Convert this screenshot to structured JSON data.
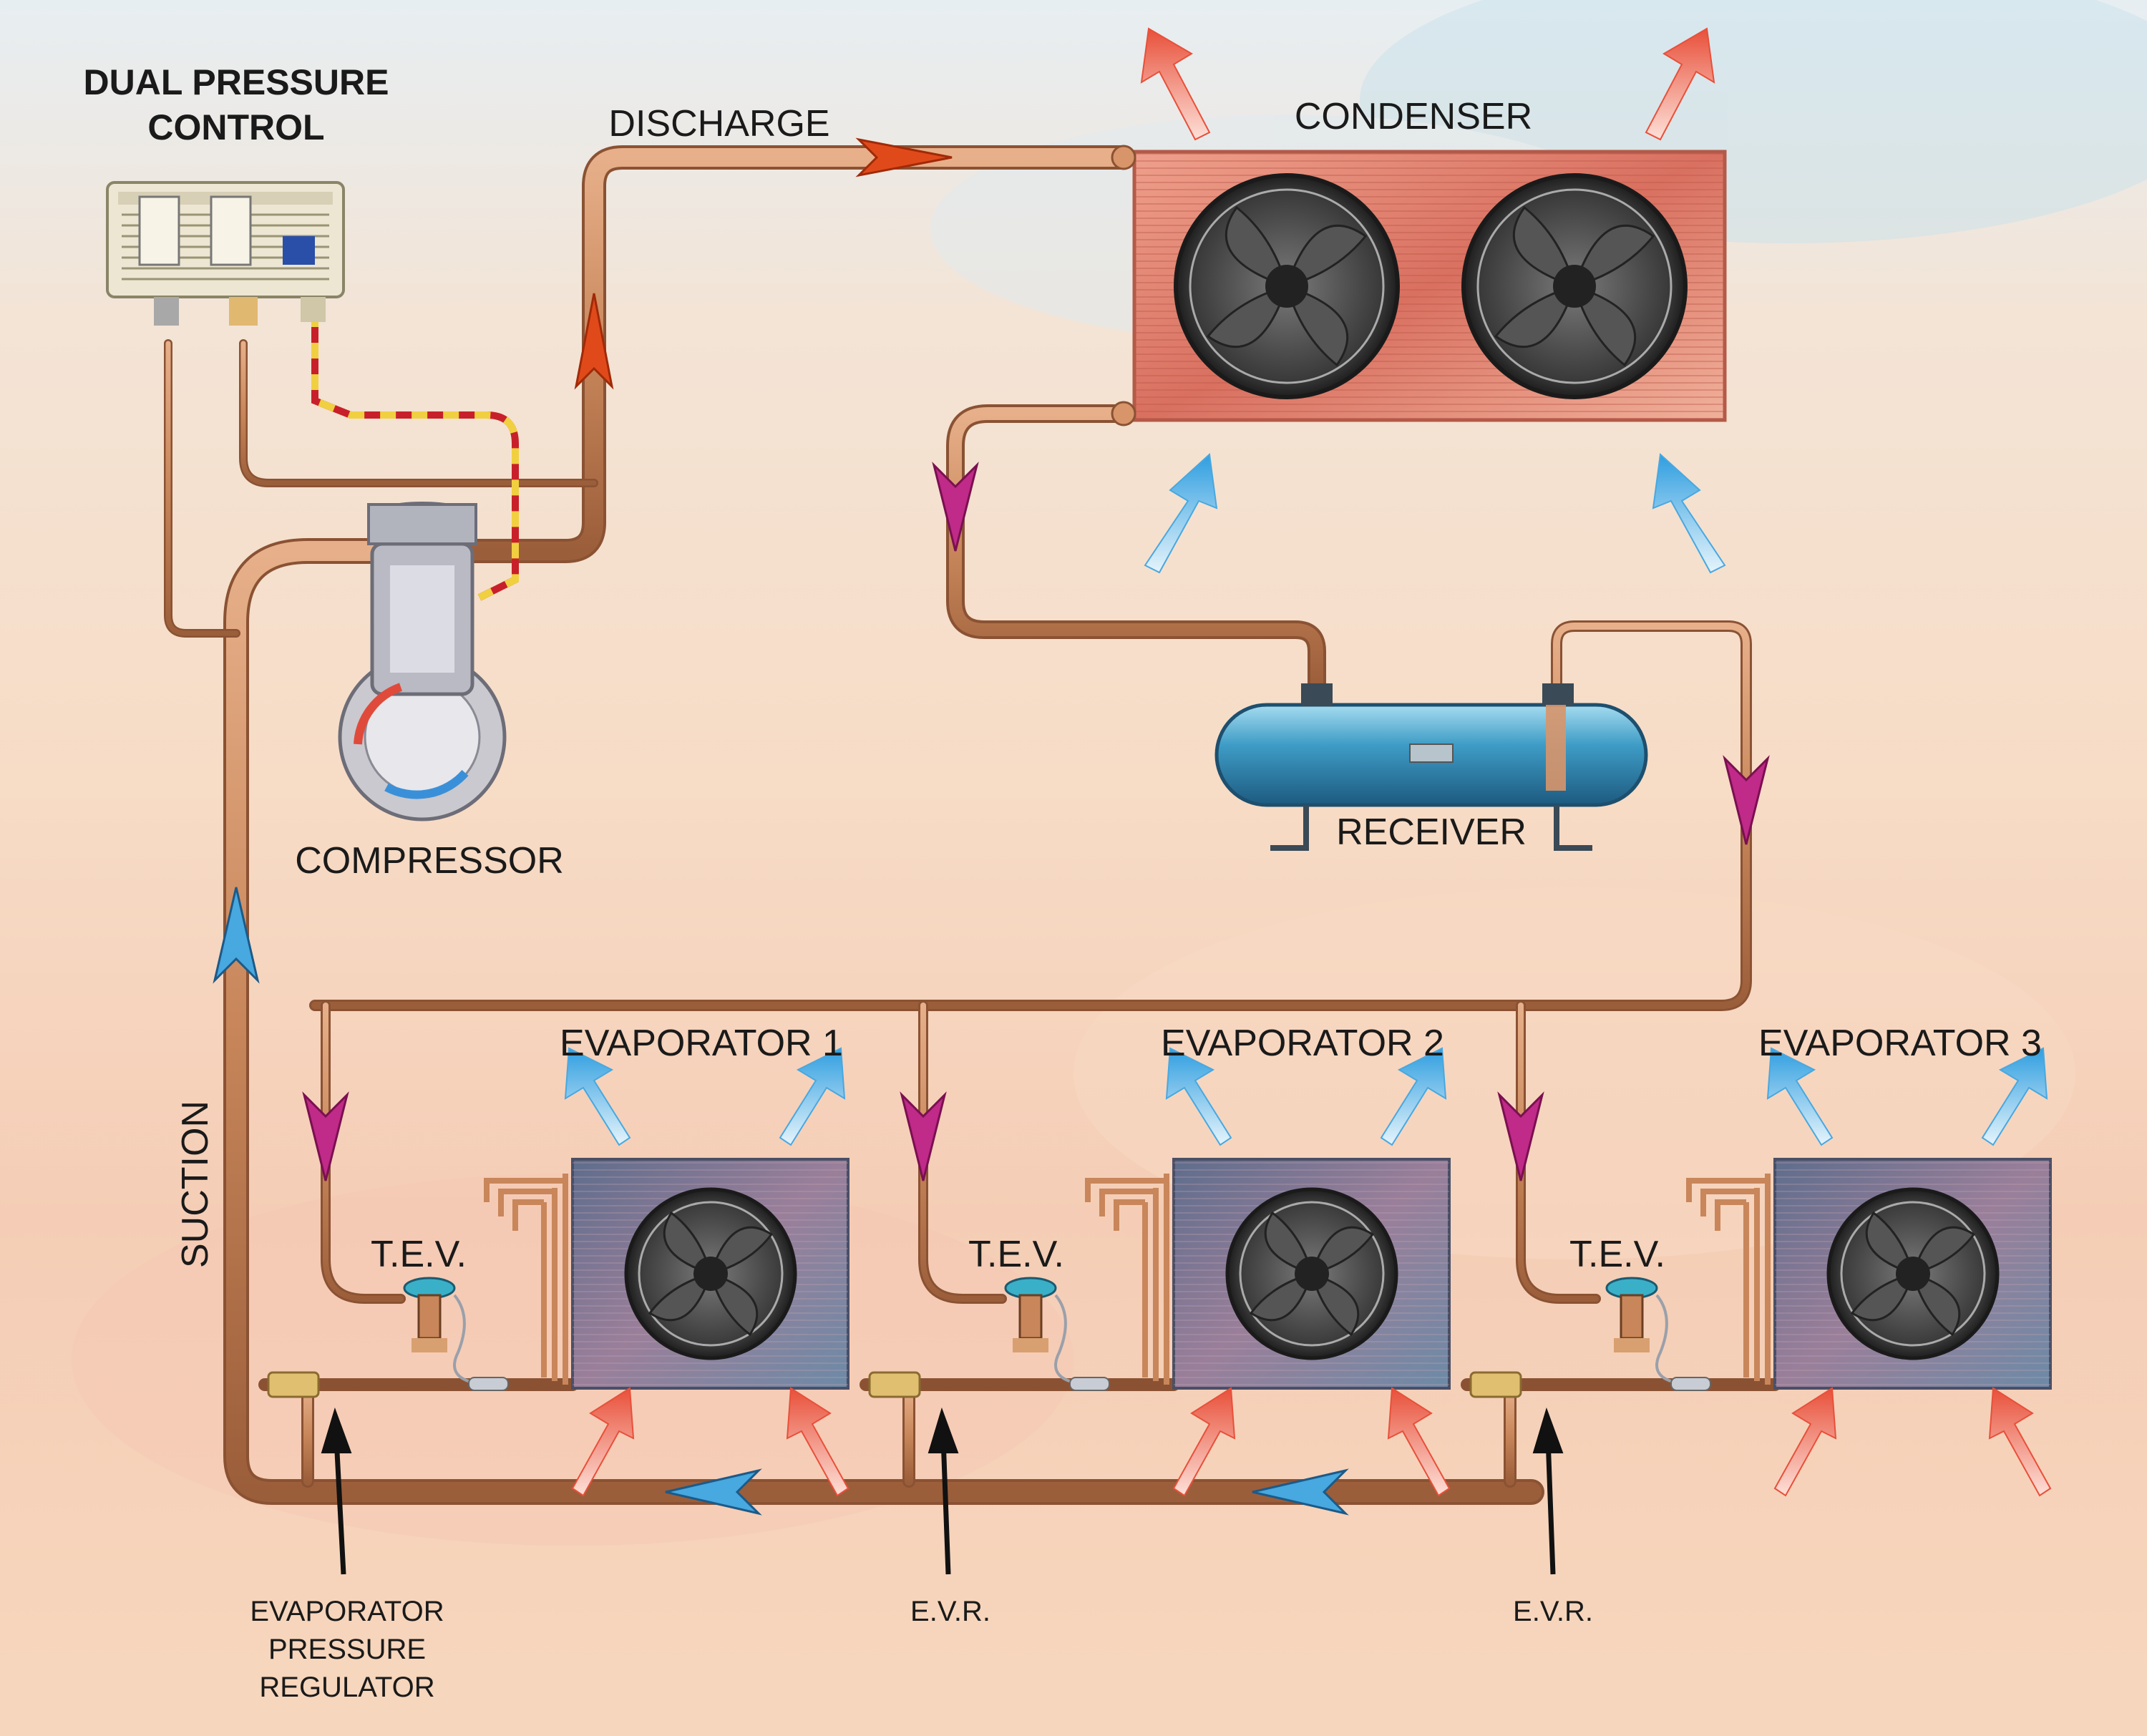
{
  "labels": {
    "dual_pressure_control_line1": "DUAL PRESSURE",
    "dual_pressure_control_line2": "CONTROL",
    "discharge": "DISCHARGE",
    "condenser": "CONDENSER",
    "compressor": "COMPRESSOR",
    "receiver": "RECEIVER",
    "suction": "SUCTION",
    "evaporators": [
      "EVAPORATOR 1",
      "EVAPORATOR 2",
      "EVAPORATOR 3"
    ],
    "tev": "T.E.V.",
    "epr_line1": "EVAPORATOR",
    "epr_line2": "PRESSURE",
    "epr_line3": "REGULATOR",
    "evr": "E.V.R."
  },
  "colors": {
    "pipe": "#c8865a",
    "pipe_dark": "#8a5233",
    "hot_arrow": "#e8503a",
    "cold_arrow": "#48a8e0",
    "liquid_arrow": "#c02a88",
    "discharge_arrow": "#e04a1a",
    "condenser_fill": "#e58a78",
    "evaporator_fill": "#7a7f9c",
    "receiver_fill": "#4aa8d0"
  },
  "icons": [
    "fan-icon",
    "pressure-switch-icon",
    "compressor-icon",
    "receiver-tank-icon",
    "expansion-valve-icon",
    "solenoid-valve-icon",
    "flow-arrow-icon"
  ]
}
